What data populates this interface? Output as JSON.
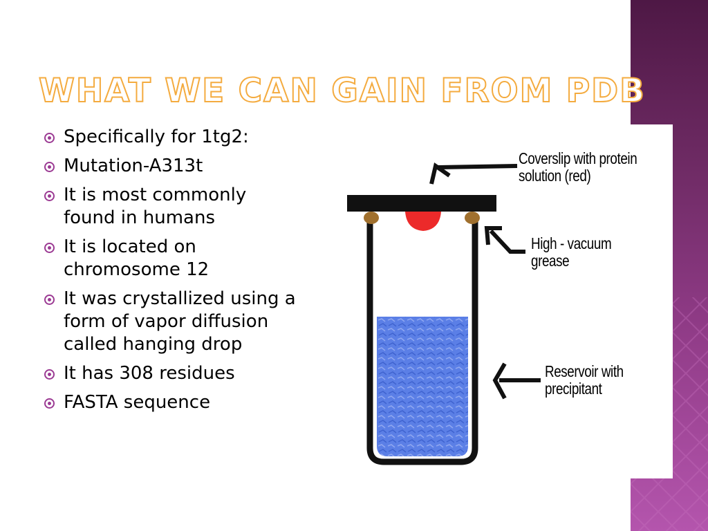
{
  "slide": {
    "title": "What We Can Gain From PDB",
    "bullets": [
      "Specifically for 1tg2:",
      "Mutation-A313t",
      "It is most commonly found in humans",
      "It is located on chromosome 12",
      "It  was crystallized using a form of vapor diffusion called hanging drop",
      "It has 308 residues",
      "FASTA sequence"
    ]
  },
  "diagram": {
    "labels": {
      "coverslip": [
        "Coverslip with protein",
        "solution (red)"
      ],
      "grease": [
        "High - vacuum",
        "grease"
      ],
      "reservoir": [
        "Reservoir with",
        "precipitant"
      ]
    }
  },
  "colors": {
    "title_outline": "#f4ab3f",
    "bullet_accent": "#9b3a93",
    "side_band": "#8e3a85",
    "reservoir_fill": "#5b7fe6",
    "protein_drop": "#ec2a2a",
    "grease": "#a0702e"
  },
  "icons": [
    "bullet-icon",
    "arrow-icon"
  ]
}
